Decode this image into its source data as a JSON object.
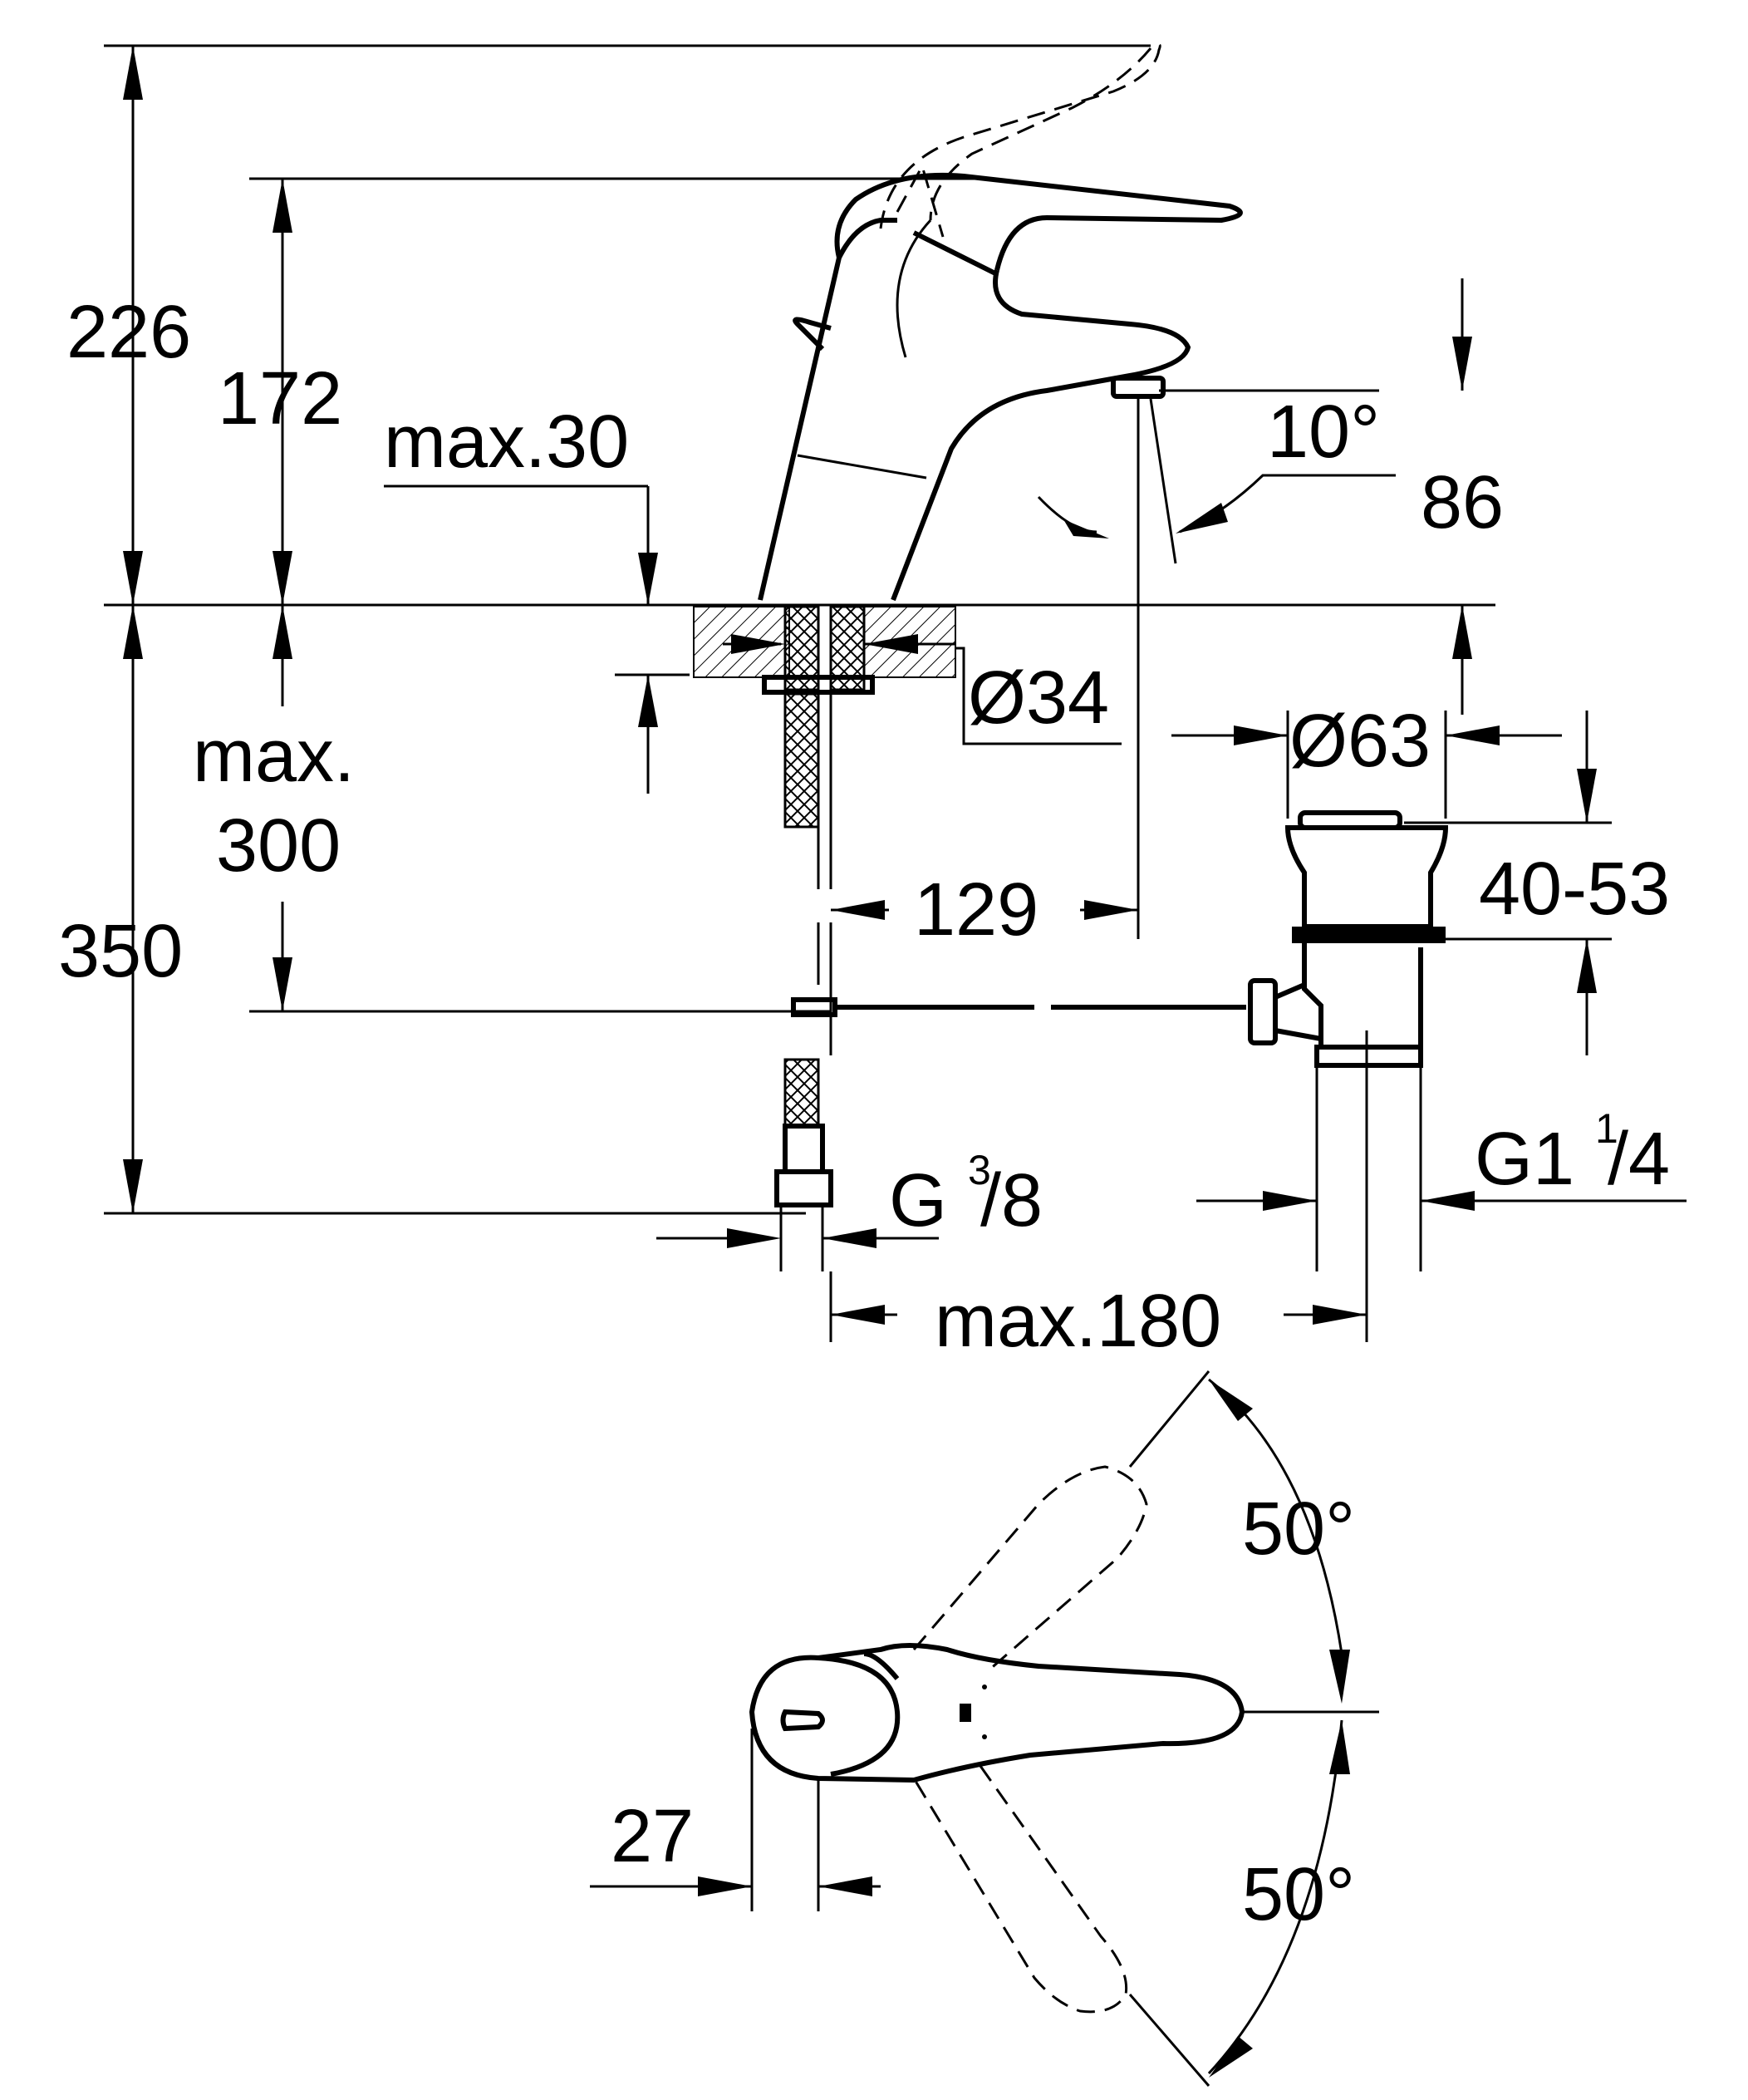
{
  "dimensions": {
    "total_height": "226",
    "spout_height": "172",
    "max_deck": "max.30",
    "angle_spout": "10°",
    "spout_reach": "86",
    "hole_diameter": "Ø34",
    "waste_diameter": "Ø63",
    "below_max": "max.",
    "below_max_value": "300",
    "below_total": "350",
    "waste_range": "40-53",
    "reach_129": "129",
    "thread_g38": "G",
    "thread_g38_num": "3",
    "thread_g38_den": "/8",
    "thread_g114": "G1",
    "thread_g114_num": "1",
    "thread_g114_den": "/4",
    "max_180": "max.180",
    "lever_angle_top": "50°",
    "lever_angle_bottom": "50°",
    "handle_offset": "27"
  }
}
